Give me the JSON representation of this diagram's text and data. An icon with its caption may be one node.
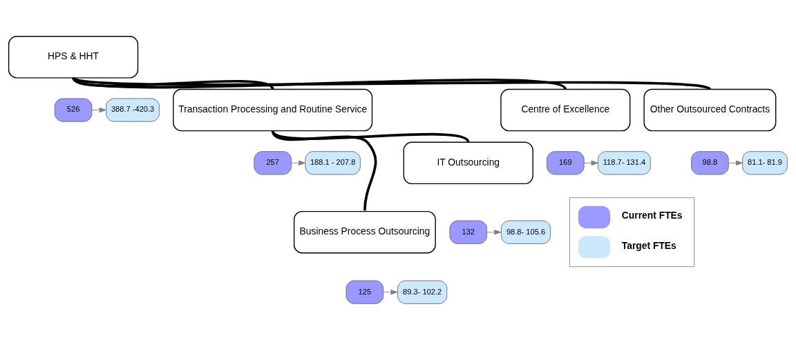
{
  "diagram": {
    "nodes": [
      {
        "text": [
          "HPS & HHT"
        ]
      },
      {
        "text": [
          "526"
        ]
      },
      {
        "text": [
          "388.7 -420.3"
        ]
      },
      {
        "text": [
          "Transaction Processing and Routine Service"
        ]
      },
      {
        "text": [
          "257"
        ]
      },
      {
        "text": [
          "188.1 - 207.8"
        ]
      },
      {
        "text": [
          "Centre of Excellence"
        ]
      },
      {
        "text": [
          "169"
        ]
      },
      {
        "text": [
          "118.7- 131.4"
        ]
      },
      {
        "text": [
          "Other Outsourced Contracts"
        ]
      },
      {
        "text": [
          "98.8"
        ]
      },
      {
        "text": [
          "81.1- 81.9"
        ]
      },
      {
        "text": [
          "Business Process Outsourcing"
        ]
      },
      {
        "text": [
          "125"
        ]
      },
      {
        "text": [
          "89.3- 102.2"
        ]
      },
      {
        "text": [
          "IT Outsourcing"
        ]
      },
      {
        "text": [
          "132"
        ]
      },
      {
        "text": [
          "98.8- 105.6"
        ]
      }
    ],
    "edges": [
      {
        "from": 1,
        "to": 2,
        "arrow": "to"
      },
      {
        "from": 0,
        "to": 3,
        "arrow": "none",
        "style": "thick",
        "color": "#000000"
      },
      {
        "from": 0,
        "to": 6,
        "arrow": "none",
        "style": "thick",
        "color": "#000000"
      },
      {
        "from": 0,
        "to": 9,
        "arrow": "none",
        "style": "thick",
        "color": "#000000"
      },
      {
        "from": 4,
        "to": 5,
        "arrow": "to"
      },
      {
        "from": 7,
        "to": 8,
        "arrow": "to"
      },
      {
        "from": 10,
        "to": 11,
        "arrow": "to"
      },
      {
        "from": 3,
        "to": 12,
        "arrow": "none",
        "style": "thick",
        "color": "#000000"
      },
      {
        "from": 3,
        "to": 15,
        "arrow": "none",
        "style": "thick",
        "color": "#000000"
      },
      {
        "from": 13,
        "to": 14,
        "arrow": "to"
      },
      {
        "from": 16,
        "to": 17,
        "arrow": "to"
      }
    ],
    "legend": [
      {
        "text": "Current FTEs",
        "color": "#9999ff"
      },
      {
        "text": "Target FTEs",
        "color": "#cce8fb"
      }
    ]
  }
}
